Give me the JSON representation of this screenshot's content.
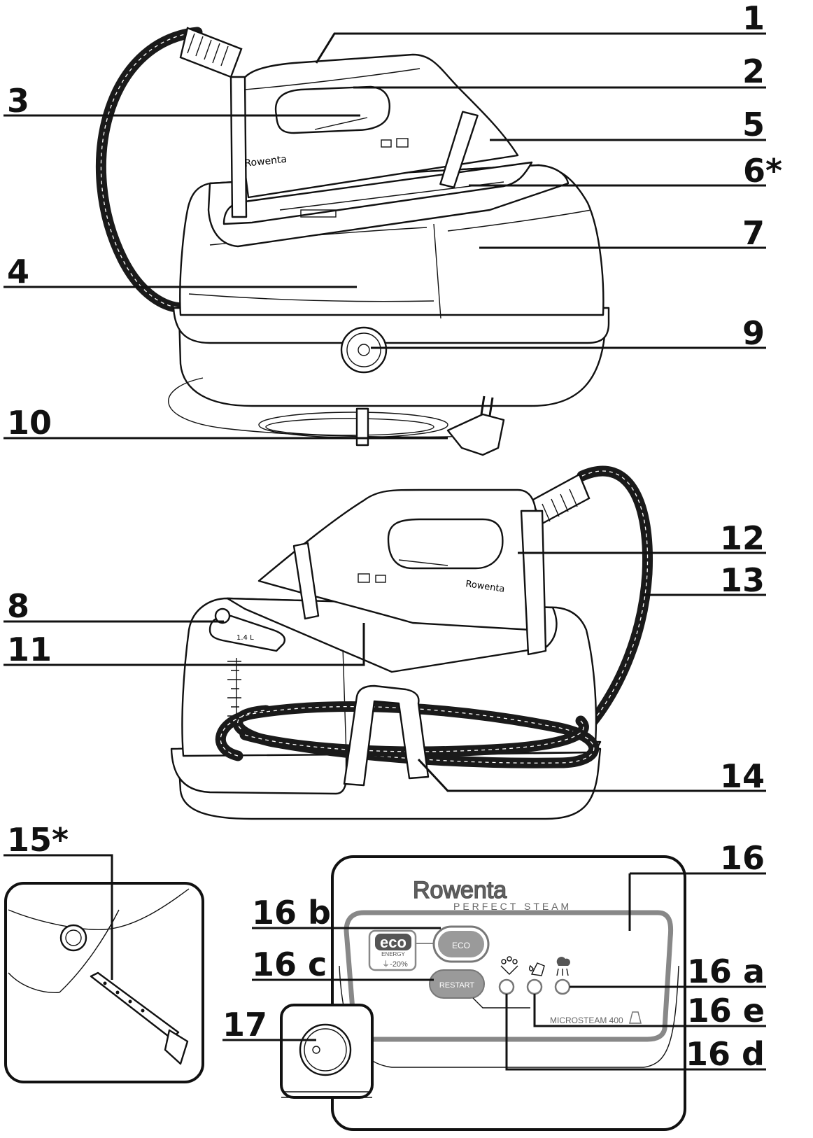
{
  "callouts": {
    "c1": "1",
    "c2": "2",
    "c3": "3",
    "c4": "4",
    "c5": "5",
    "c6": "6*",
    "c7": "7",
    "c8": "8",
    "c9": "9",
    "c10": "10",
    "c11": "11",
    "c12": "12",
    "c13": "13",
    "c14": "14",
    "c15": "15*",
    "c16": "16",
    "c16b": "16 b",
    "c16c": "16 c",
    "c16a": "16 a",
    "c16e": "16 e",
    "c16d": "16 d",
    "c17": "17"
  },
  "panel": {
    "brand": "Rowenta",
    "product": "PERFECT STEAM",
    "eco_badge": "eco",
    "eco_sub": "ENERGY",
    "eco_saving": "-20%",
    "eco_button": "ECO",
    "restart_button": "RESTART",
    "model": "MICROSTEAM 400"
  },
  "device_print": {
    "brand": "Rowenta",
    "product": "PERFECT STEAM",
    "tank_capacity": "1.4 L"
  },
  "colors": {
    "ink": "#111111",
    "panel_grey": "#888888",
    "button_grey": "#9a9a9a"
  }
}
